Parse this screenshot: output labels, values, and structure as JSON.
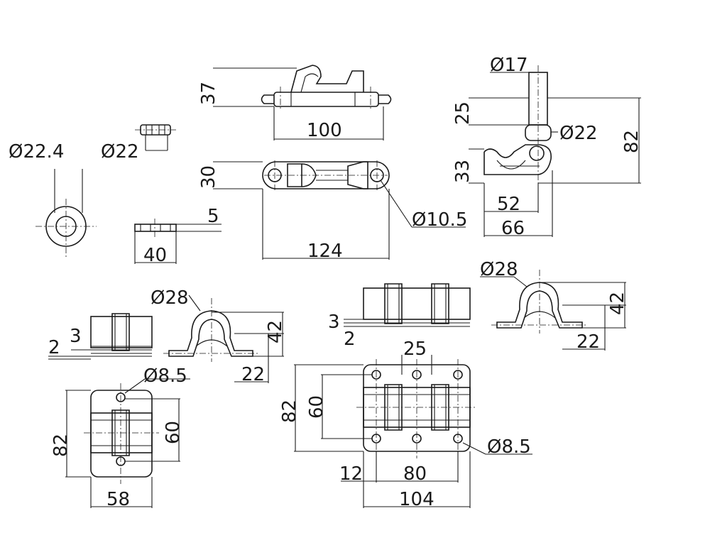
{
  "drawing_title": "",
  "dims": {
    "d22_4": "Ø22.4",
    "d22_small": "Ø22",
    "h40": "40",
    "h5": "5",
    "h37": "37",
    "w100": "100",
    "h30": "30",
    "w124": "124",
    "d10_5": "Ø10.5",
    "d17": "Ø17",
    "h25": "25",
    "d22_right": "Ø22",
    "h82_right": "82",
    "h33": "33",
    "w52": "52",
    "w66": "66",
    "left_2": "2",
    "left_3": "3",
    "left_d28": "Ø28",
    "left_42": "42",
    "left_22": "22",
    "left_d8_5": "Ø8.5",
    "left_82": "82",
    "left_60": "60",
    "left_58": "58",
    "mid_3": "3",
    "mid_2": "2",
    "right_d28": "Ø28",
    "right_42": "42",
    "right_22": "22",
    "mid_25": "25",
    "mid_82": "82",
    "mid_60": "60",
    "mid_d8_5": "Ø8.5",
    "mid_12": "12",
    "mid_80": "80",
    "mid_104": "104"
  }
}
